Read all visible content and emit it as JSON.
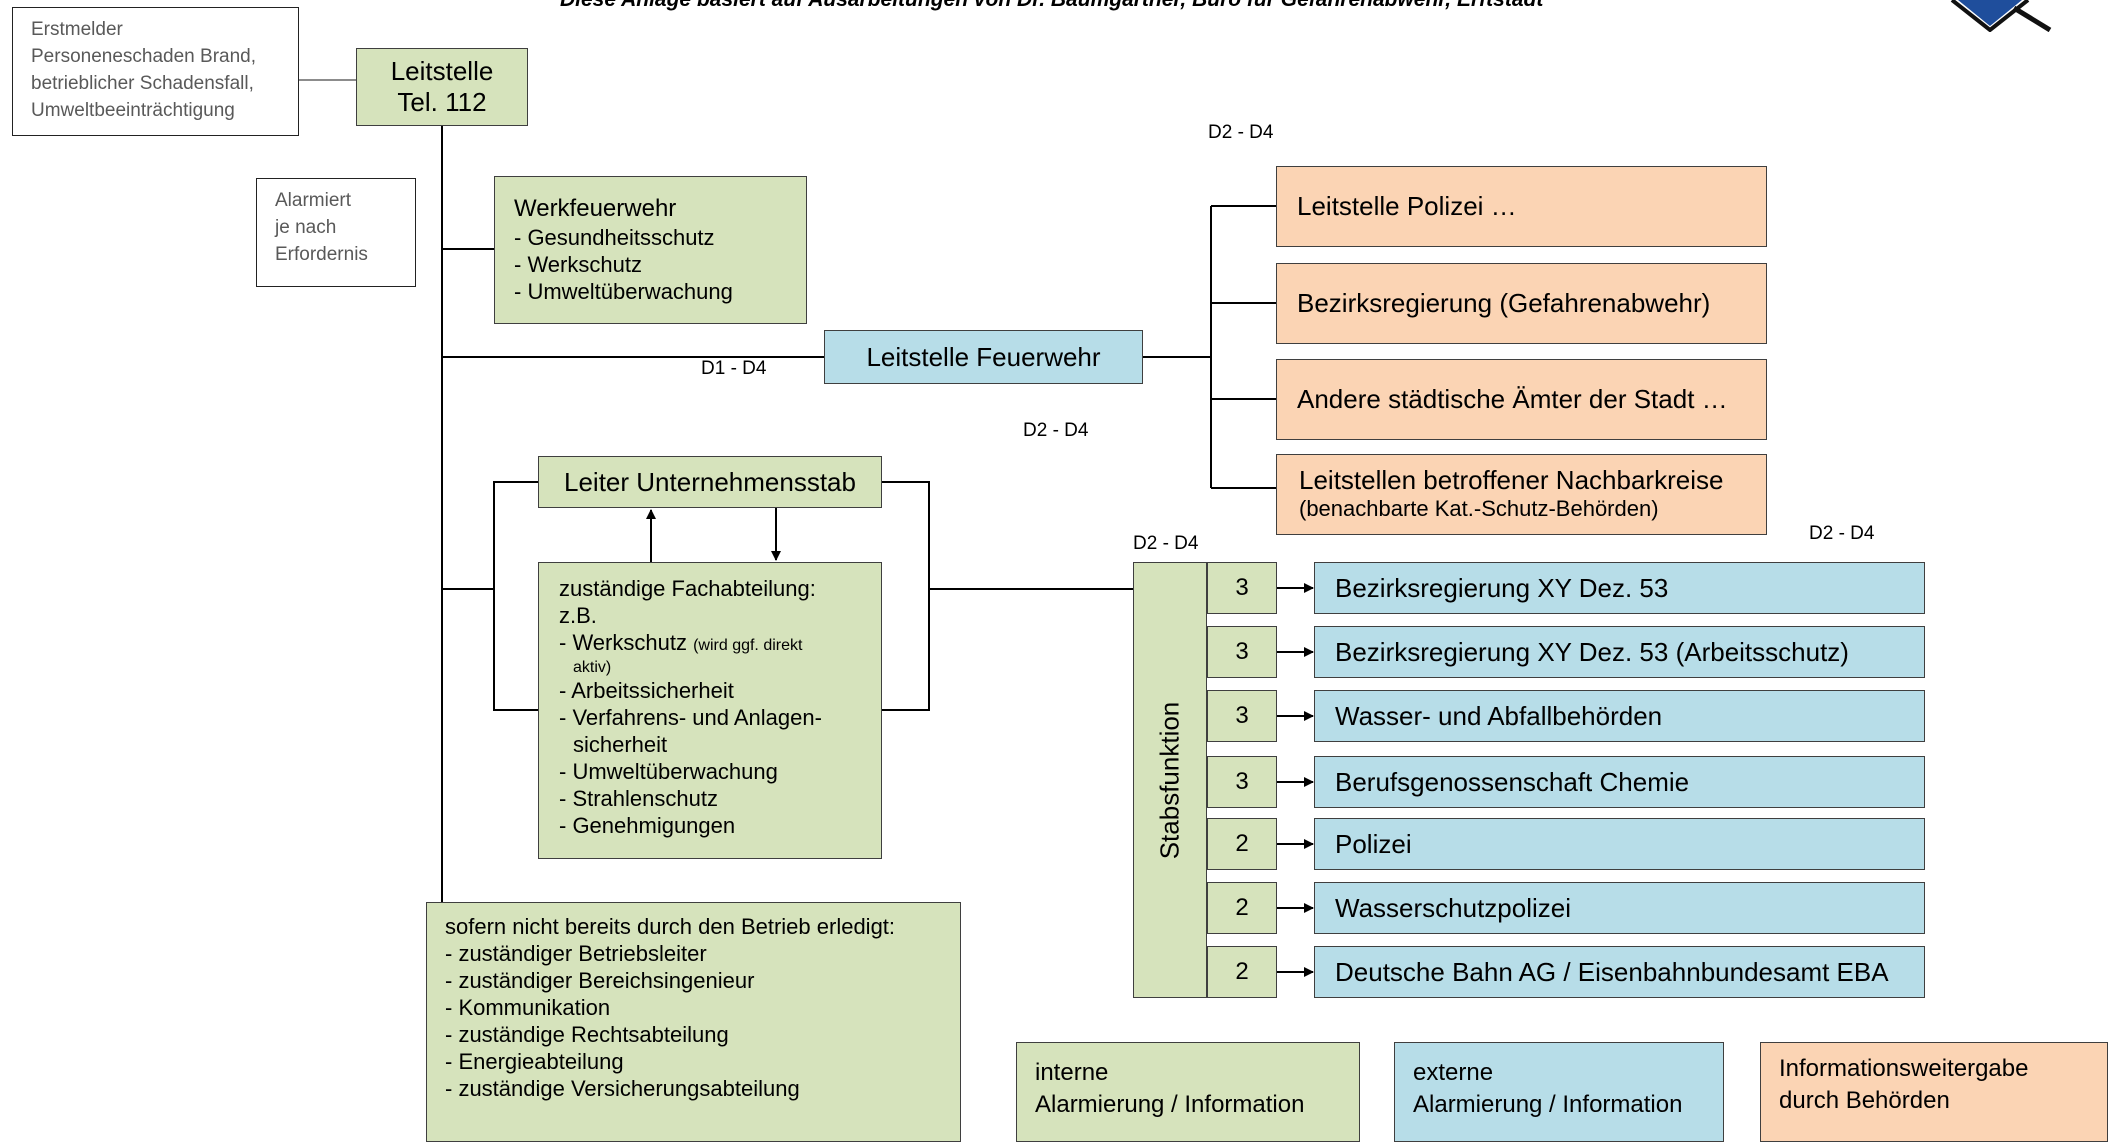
{
  "header": {
    "source_note": "Diese Anlage basiert auf Ausarbeitungen von Dr. Baumgartner, Büro für Gefahrenabwehr, Erftstadt"
  },
  "notes": {
    "erstmelder": [
      "Erstmelder",
      "Personeneschaden Brand,",
      "betrieblicher Schadensfall,",
      "Umweltbeeinträchtigung"
    ],
    "alarmiert": [
      "Alarmiert",
      "je nach",
      "Erfordernis"
    ]
  },
  "leitstelle": {
    "line1": "Leitstelle",
    "line2": "Tel. 112"
  },
  "werkfeuerwehr": {
    "title": "Werkfeuerwehr",
    "items": [
      "- Gesundheitsschutz",
      "- Werkschutz",
      "- Umweltüberwachung"
    ]
  },
  "leitstelle_feuerwehr": "Leitstelle Feuerwehr",
  "labels": {
    "d1_d4": "D1 - D4",
    "d2_d4_top": "D2 - D4",
    "d2_d4_mid": "D2 - D4",
    "d2_d4_stab": "D2 - D4",
    "d2_d4_right": "D2 - D4"
  },
  "behoerden": [
    {
      "text": "Leitstelle Polizei …"
    },
    {
      "text": "Bezirksregierung (Gefahrenabwehr)"
    },
    {
      "text": "Andere städtische Ämter der Stadt …"
    },
    {
      "text": "Leitstellen betroffener Nachbarkreise",
      "sub": "(benachbarte Kat.-Schutz-Behörden)"
    }
  ],
  "leiter": "Leiter Unternehmensstab",
  "fachabteilung": {
    "title": "zuständige Fachabteilung:",
    "eg": "z.B.",
    "werkschutz": "- Werkschutz",
    "werkschutz_note1": "(wird ggf. direkt",
    "werkschutz_note2": "aktiv)",
    "items": [
      "- Arbeitssicherheit",
      "- Verfahrens- und Anlagen-",
      "sicherheit",
      "- Umweltüberwachung",
      "- Strahlenschutz",
      "- Genehmigungen"
    ]
  },
  "stabsfunktion": "Stabsfunktion",
  "extern": [
    {
      "num": "3",
      "text": "Bezirksregierung XY Dez. 53"
    },
    {
      "num": "3",
      "text": "Bezirksregierung XY Dez. 53 (Arbeitsschutz)"
    },
    {
      "num": "3",
      "text": "Wasser- und Abfallbehörden"
    },
    {
      "num": "3",
      "text": "Berufsgenossenschaft Chemie"
    },
    {
      "num": "2",
      "text": "Polizei"
    },
    {
      "num": "2",
      "text": "Wasserschutzpolizei"
    },
    {
      "num": "2",
      "text": "Deutsche Bahn AG / Eisenbahnbundesamt EBA"
    }
  ],
  "betrieb": {
    "title": "sofern nicht bereits durch den Betrieb erledigt:",
    "items": [
      "- zuständiger Betriebsleiter",
      "- zuständiger Bereichsingenieur",
      "- Kommunikation",
      "- zuständige Rechtsabteilung",
      "- Energieabteilung",
      "- zuständige Versicherungsabteilung"
    ]
  },
  "legend": [
    {
      "line1": "interne",
      "line2": "Alarmierung / Information",
      "color": "#d6e3bc"
    },
    {
      "line1": "externe",
      "line2": "Alarmierung / Information",
      "color": "#b7dde8"
    },
    {
      "line1": "Informationsweitergabe",
      "line2": "durch Behörden",
      "color": "#fbd4b4"
    }
  ],
  "colors": {
    "green": "#d6e3bc",
    "blue": "#b7dde8",
    "orange": "#fbd4b4",
    "line": "#000000"
  }
}
